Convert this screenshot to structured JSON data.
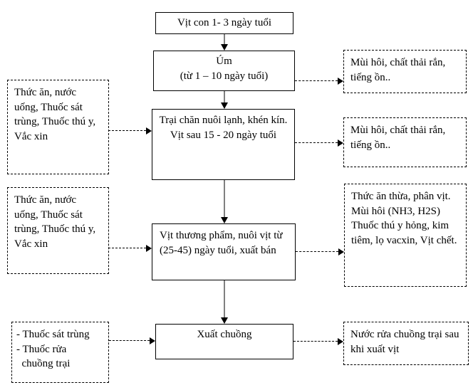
{
  "flow_boxes": [
    {
      "text": "Vịt con 1- 3 ngày tuổi"
    },
    {
      "text": [
        "Úm",
        "(từ 1 – 10 ngày tuổi)"
      ]
    },
    {
      "text": [
        "Trại chăn nuôi lạnh, khén kín.",
        "Vịt sau 15 - 20 ngày tuổi"
      ]
    },
    {
      "text": "Vịt thương phẩm, nuôi vịt từ (25-45) ngày tuổi, xuất bán"
    },
    {
      "text": "Xuất chuồng"
    }
  ],
  "input_boxes": [
    {
      "text": "Thức ăn, nước uống, Thuốc sát trùng, Thuốc thú y, Vắc xin"
    },
    {
      "text": "Thức ăn, nước uống, Thuốc sát trùng, Thuốc thú y, Vắc xin"
    },
    {
      "text": [
        "- Thuốc sát trùng",
        "- Thuốc rửa",
        "  chuồng trại"
      ]
    }
  ],
  "output_boxes": [
    {
      "text": "Mùi hôi, chất thải rắn, tiếng ồn.."
    },
    {
      "text": "Mùi hôi, chất thải rắn, tiếng ồn.."
    },
    {
      "text": [
        "Thức ăn thừa, phân vịt.",
        "Mùi hôi (NH3, H2S)",
        "Thuốc thú y hỏng, kim tiêm, lọ vacxin, Vịt chết."
      ]
    },
    {
      "text": "Nước rửa chuồng trại sau khi xuất vịt"
    }
  ],
  "colors": {
    "background": "#ffffff",
    "box_border": "#000000",
    "text": "#000000",
    "arrow_line": "#808080",
    "arrow_head": "#000000"
  }
}
